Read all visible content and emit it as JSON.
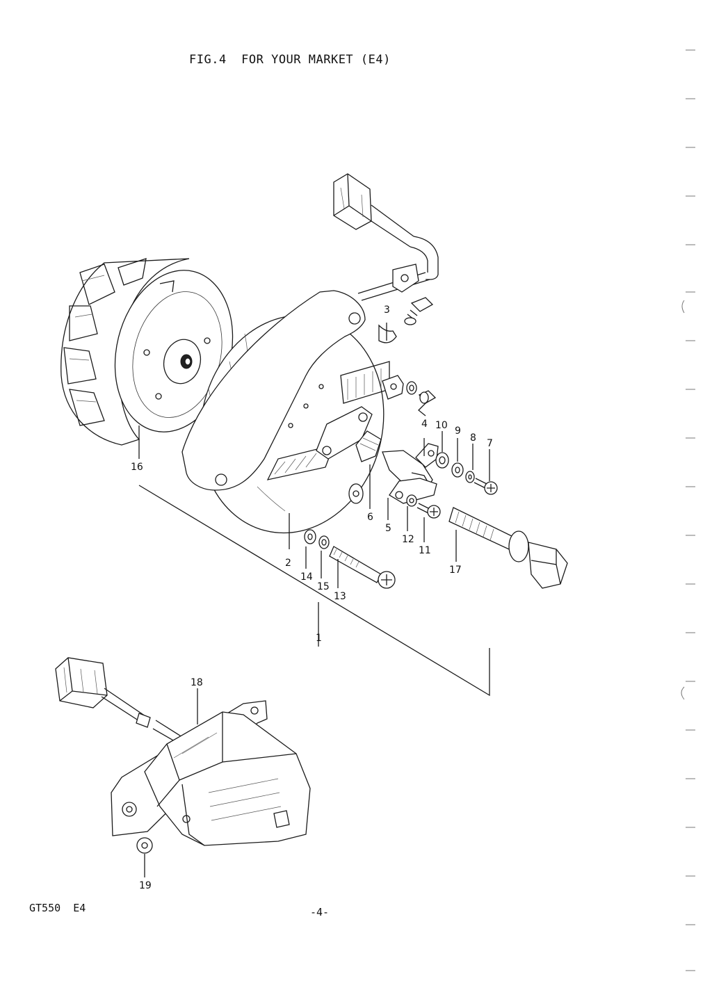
{
  "title": "FIG.4  FOR YOUR MARKET (E4)",
  "footer": {
    "model": "GT550  E4",
    "page": "-4-"
  },
  "callouts": {
    "c1": "1",
    "c2": "2",
    "c3": "3",
    "c4": "4",
    "c5": "5",
    "c6": "6",
    "c7": "7",
    "c8": "8",
    "c9": "9",
    "c10": "10",
    "c11": "11",
    "c12": "12",
    "c13": "13",
    "c14": "14",
    "c15": "15",
    "c16": "16",
    "c17": "17",
    "c18": "18",
    "c19": "19"
  }
}
